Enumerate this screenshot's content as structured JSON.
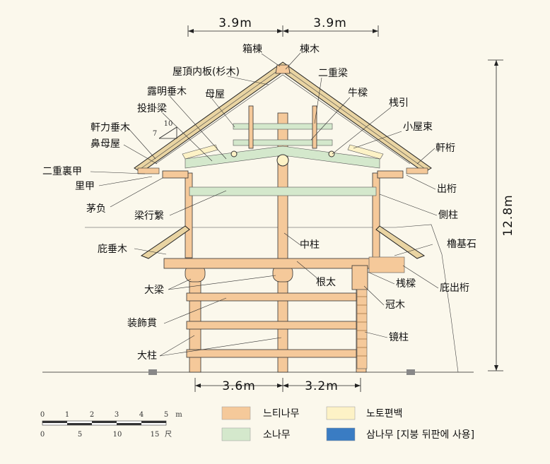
{
  "dimensions": {
    "top_left": "3.9m",
    "top_right": "3.9m",
    "bottom_left": "3.6m",
    "bottom_right": "3.2m",
    "height": "12.8m"
  },
  "labels": {
    "hakomune": "箱棟",
    "munagi": "棟木",
    "okujounaiban": "屋頂内板(杉木)",
    "nijuubari": "二重梁",
    "rokumeitaruki": "露明垂木",
    "moya": "母屋",
    "gyuuryou": "牛樑",
    "nagekakebari": "投掛梁",
    "sanbiki": "桟引",
    "koyazuka": "小屋束",
    "nokichikara": "軒力垂木",
    "hanamoya": "鼻母屋",
    "nokigeta": "軒桁",
    "nijuuurakou": "二重裏甲",
    "urakou": "里甲",
    "degeta": "出桁",
    "kayaoi": "茅负",
    "haryuukei": "梁行繋",
    "gawabashira": "側柱",
    "nakabashira": "中柱",
    "hisashitaruki": "庇垂木",
    "rokisekki": "櫓基石",
    "daiitou": "大梁",
    "nebuto": "根太",
    "sanryou": "桟樑",
    "hisashidegeta": "庇出桁",
    "kanmuriki": "冠木",
    "soushokunuki": "装飾貫",
    "kyouchuu": "镜柱",
    "daichuu": "大柱",
    "pitch_run": "10",
    "pitch_rise": "7"
  },
  "scale": {
    "m_ticks": [
      "0",
      "1",
      "2",
      "3",
      "4",
      "5"
    ],
    "m_unit": "m",
    "shaku_ticks": [
      "0",
      "5",
      "10",
      "15"
    ],
    "shaku_unit": "尺"
  },
  "legend": {
    "items": [
      {
        "label": "느티나무",
        "color": "#f5c99a"
      },
      {
        "label": "노토편백",
        "color": "#fdf2c6"
      },
      {
        "label": "소나무",
        "color": "#d4e8cc"
      },
      {
        "label": "삼나무 [지붕 뒤판에 사용]",
        "color": "#3a7cc3"
      }
    ]
  }
}
